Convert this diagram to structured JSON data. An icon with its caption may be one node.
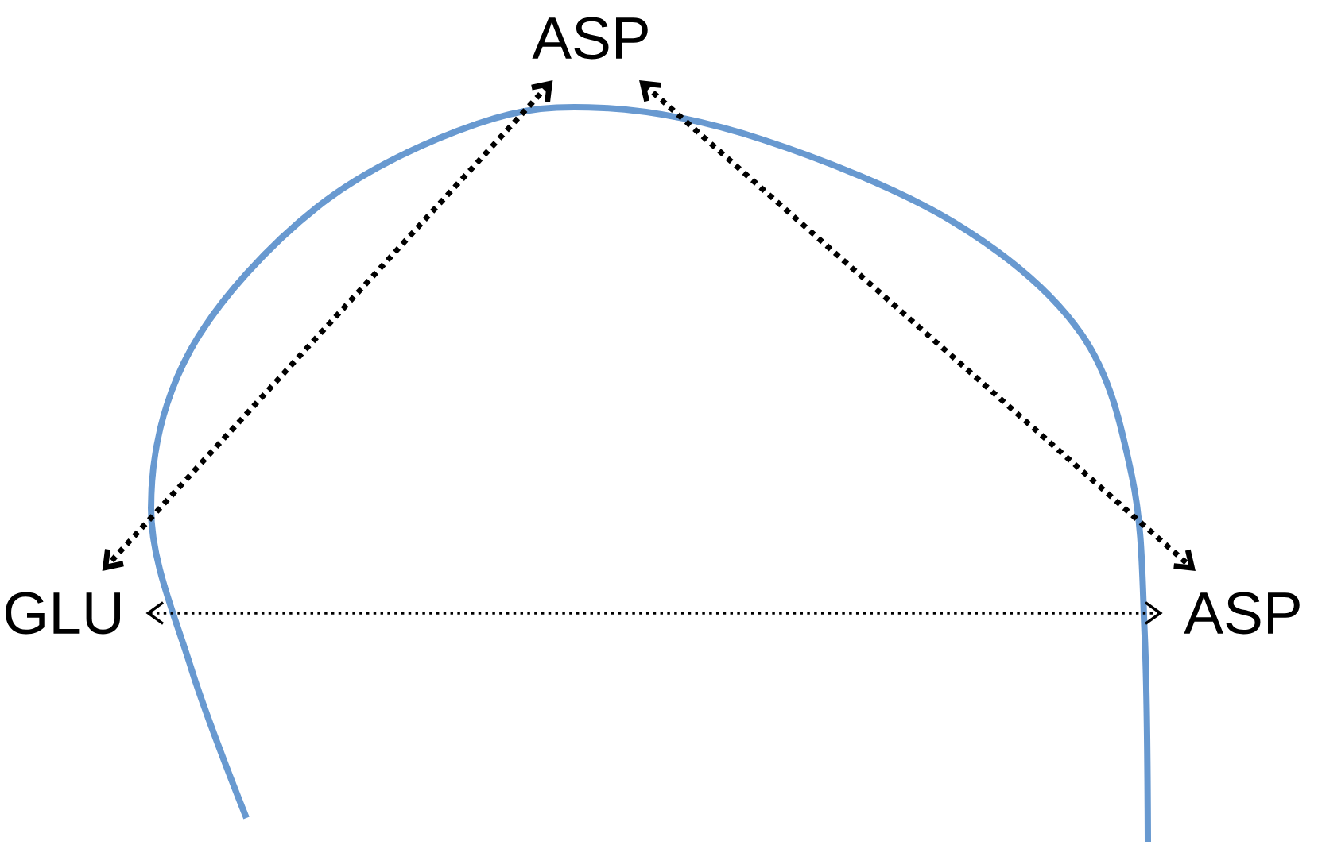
{
  "diagram": {
    "nodes": [
      {
        "text": [
          "ASP"
        ]
      },
      {
        "text": [
          "GLU"
        ]
      },
      {
        "text": [
          "ASP"
        ]
      }
    ],
    "edges": [
      {
        "from": 0,
        "to": 1,
        "arrow": "both",
        "style": "dashed"
      },
      {
        "from": 0,
        "to": 2,
        "arrow": "both",
        "style": "dashed"
      },
      {
        "from": 1,
        "to": 2,
        "arrow": "both"
      }
    ]
  }
}
